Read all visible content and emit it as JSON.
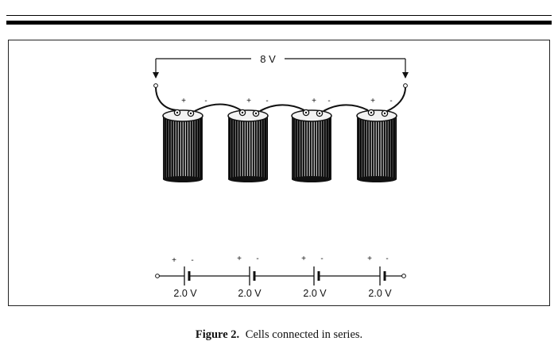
{
  "total_voltage": "8 V",
  "cell_voltages": [
    "2.0 V",
    "2.0 V",
    "2.0 V",
    "2.0 V"
  ],
  "plus": "+",
  "minus": "-",
  "caption": {
    "label": "Figure 2.",
    "text": "Cells connected in series."
  }
}
